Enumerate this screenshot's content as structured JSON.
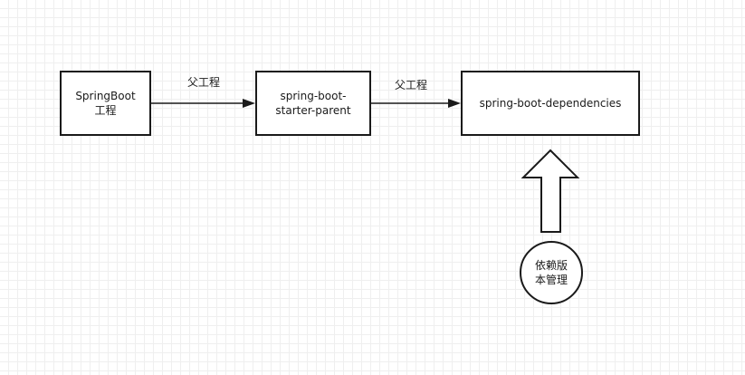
{
  "diagram": {
    "nodes": {
      "springboot_project": "SpringBoot\n工程",
      "starter_parent": "spring-boot-\nstarter-parent",
      "dependencies": "spring-boot-dependencies",
      "version_management": "依赖版\n本管理"
    },
    "edges": {
      "edge1_label": "父工程",
      "edge2_label": "父工程"
    },
    "colors": {
      "stroke": "#1a1a1a",
      "grid": "#efefef",
      "background": "#ffffff"
    }
  }
}
